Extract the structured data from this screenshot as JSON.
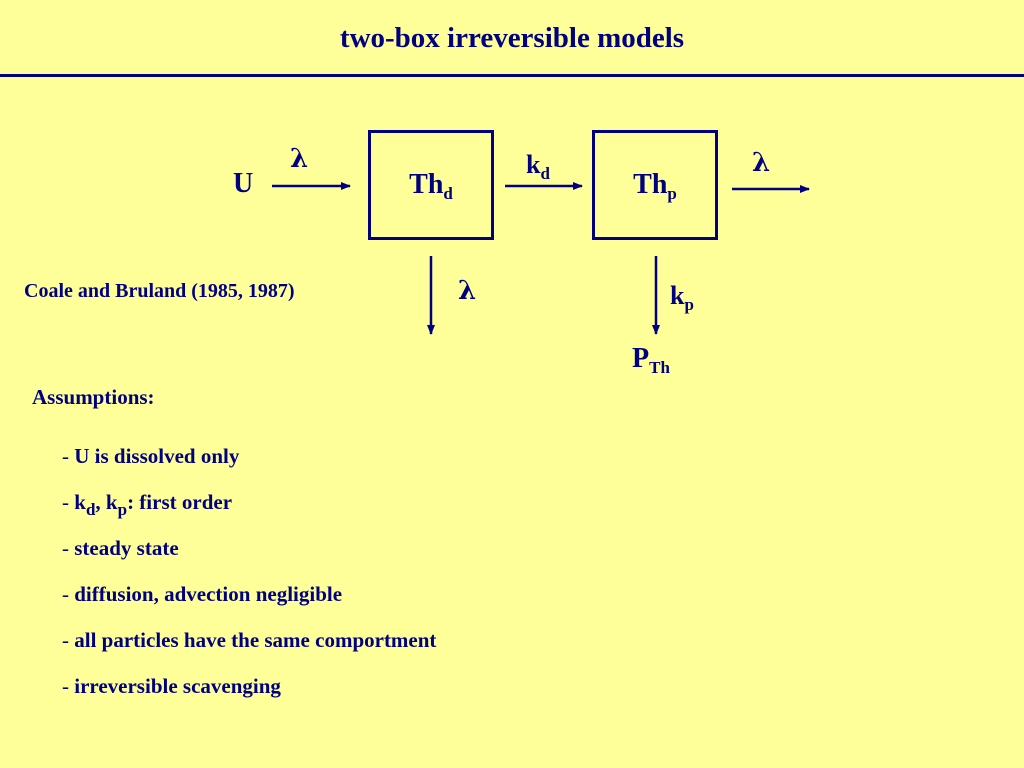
{
  "title": "two-box irreversible models",
  "diagram": {
    "source_label": "U",
    "input_decay_label": "λ",
    "box_dissolved": {
      "main": "Th",
      "sub": "d"
    },
    "adsorption_label": {
      "main": "k",
      "sub": "d"
    },
    "box_particulate": {
      "main": "Th",
      "sub": "p"
    },
    "output_decay_label": "λ",
    "dissolved_decay_label": "λ",
    "removal_label": {
      "main": "k",
      "sub": "p"
    },
    "sink_label": {
      "main": "P",
      "sub": "Th"
    }
  },
  "citation": "Coale and Bruland (1985, 1987)",
  "assumptions": {
    "heading": "Assumptions:",
    "items": [
      {
        "text": "U is dissolved only"
      },
      {
        "k1": "k",
        "s1": "d",
        "sep": ", ",
        "k2": "k",
        "s2": "p",
        "rest": ": first order"
      },
      {
        "text": "steady state"
      },
      {
        "text": "diffusion, advection negligible"
      },
      {
        "text": "all particles have the same comportment"
      },
      {
        "text": "irreversible scavenging"
      }
    ],
    "dash": "- "
  },
  "colors": {
    "background": "#FFFF99",
    "ink": "#000080"
  }
}
